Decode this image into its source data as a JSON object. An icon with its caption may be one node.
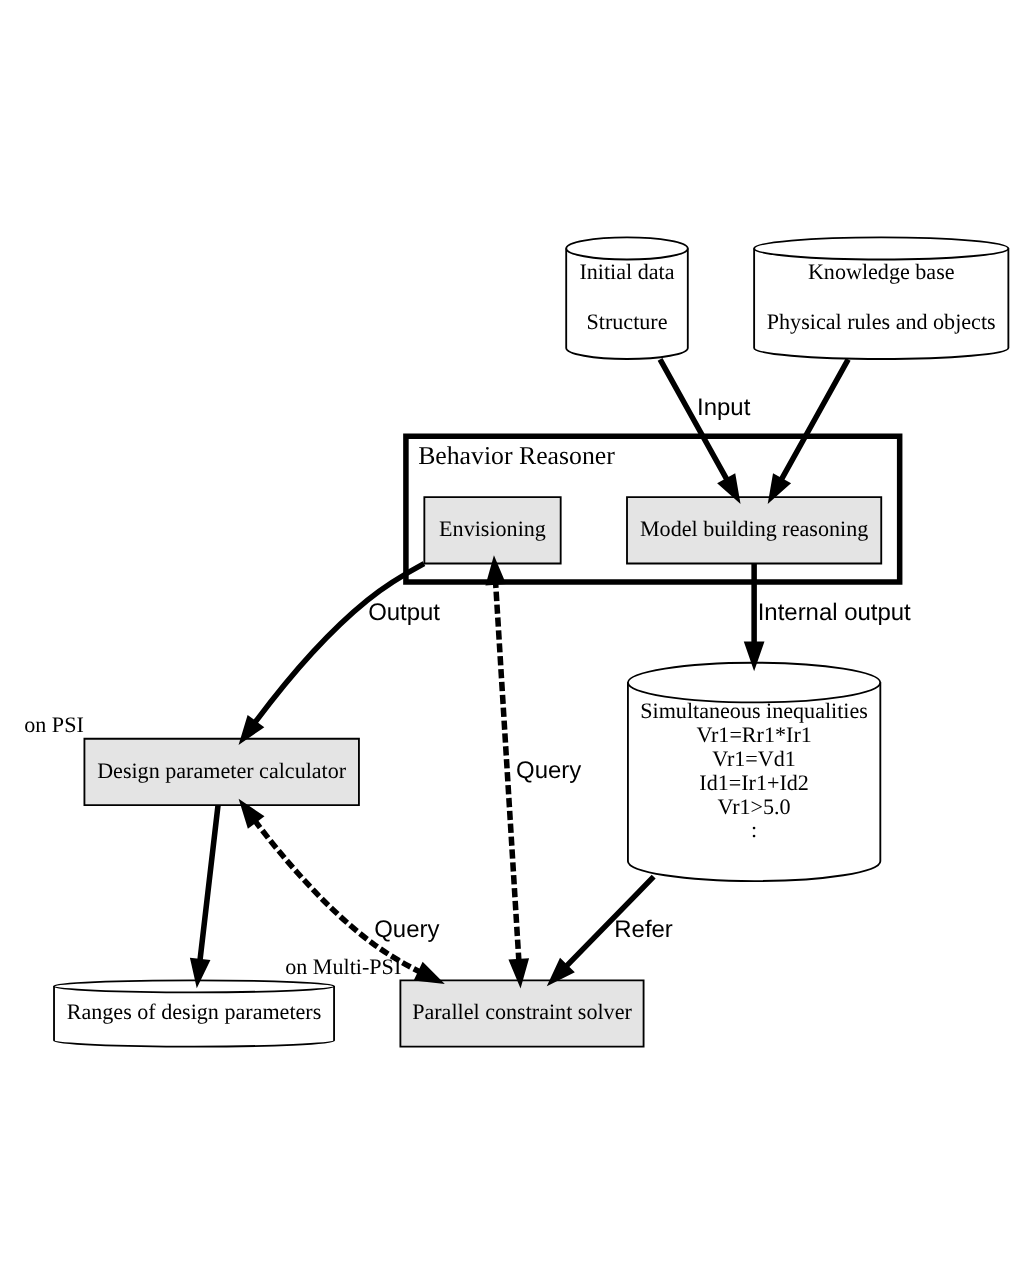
{
  "diagram": {
    "nodes": [
      {
        "text": [
          "Initial data",
          "Structure"
        ]
      },
      {
        "text": [
          "Knowledge base",
          "Physical rules and objects"
        ]
      },
      {
        "text": [
          "Behavior Reasoner"
        ]
      },
      {
        "text": [
          "Model building reasoning"
        ],
        "in": 2
      },
      {
        "text": [
          "Envisioning"
        ],
        "in": 2
      },
      {
        "text": [
          "Simultaneous inequalities",
          "Vr1=Rr1*Ir1",
          "Vr1=Vd1",
          "Id1=Ir1+Id2",
          "Vr1>5.0",
          ":"
        ]
      },
      {
        "text": [
          "Design parameter calculator"
        ],
        "beside": [
          "on PSI"
        ]
      },
      {
        "text": [
          "Parallel constraint solver"
        ],
        "beside": [
          "on Multi-PSI"
        ]
      },
      {
        "text": [
          "Ranges of design parameters"
        ]
      }
    ],
    "edges": [
      {
        "from": 0,
        "to": 3,
        "arrow": "to",
        "label": "Input"
      },
      {
        "from": 1,
        "to": 3,
        "arrow": "to"
      },
      {
        "from": 3,
        "to": 5,
        "arrow": "to",
        "label": "Internal output"
      },
      {
        "from": 5,
        "to": 7,
        "arrow": "to",
        "label": "Refer"
      },
      {
        "from": 7,
        "to": 4,
        "arrow": "both",
        "label": "Query",
        "style": "dashed"
      },
      {
        "from": 4,
        "to": 6,
        "arrow": "to",
        "label": "Output"
      },
      {
        "from": 6,
        "to": 7,
        "arrow": "both",
        "label": "Query",
        "style": "dashed"
      },
      {
        "from": 6,
        "to": 8,
        "arrow": "to"
      }
    ]
  }
}
